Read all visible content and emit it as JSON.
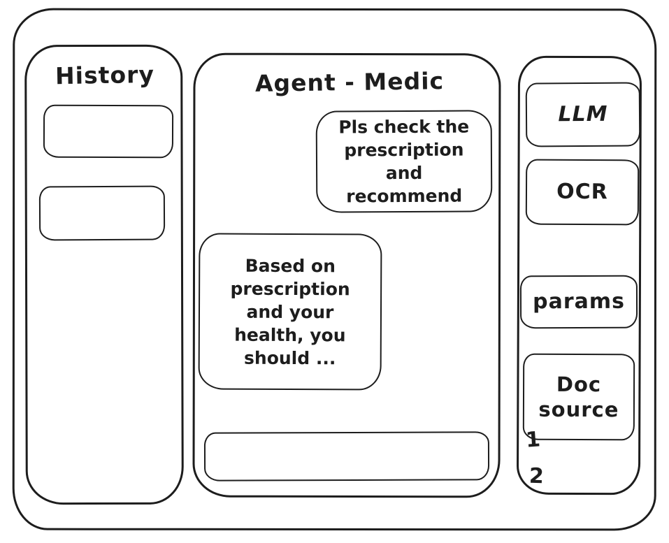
{
  "window": {
    "bg_color": "#ffffff",
    "ink_color": "#1d1d1d"
  },
  "history_panel": {
    "title": "History",
    "items": [
      {
        "label": ""
      },
      {
        "label": ""
      }
    ]
  },
  "chat_panel": {
    "title": "Agent - Medic",
    "messages": [
      {
        "role": "user",
        "text": "Pls check the prescription and recommend"
      },
      {
        "role": "assistant",
        "text": "Based on prescription and your health, you should ..."
      }
    ],
    "input_value": "",
    "input_placeholder": ""
  },
  "tools_panel": {
    "llm_label": "LLM",
    "ocr_label": "OCR",
    "params_label": "params",
    "doc_source_label": "Doc source",
    "doc_items": [
      {
        "label": "1"
      },
      {
        "label": "2"
      }
    ]
  }
}
